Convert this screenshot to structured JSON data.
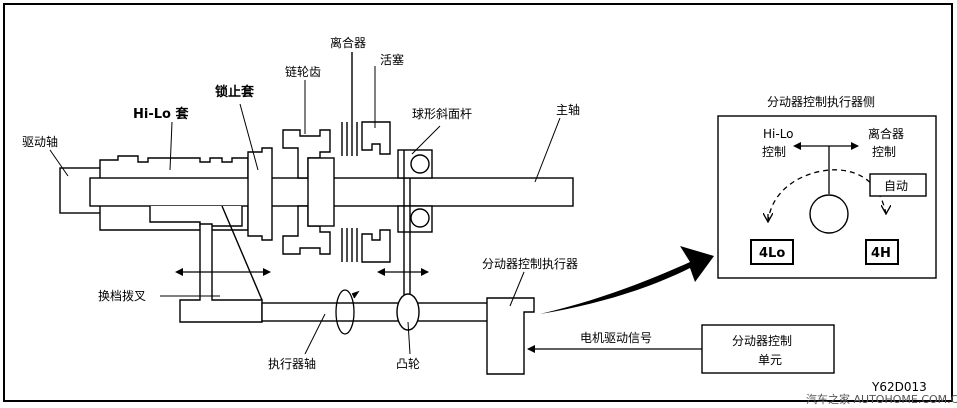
{
  "labels": {
    "drive_shaft": "驱动轴",
    "hi_lo_sleeve": "Hi-Lo 套",
    "lock_sleeve": "锁止套",
    "sprocket": "链轮齿",
    "clutch": "离合器",
    "piston": "活塞",
    "ball_ramp": "球形斜面杆",
    "main_shaft": "主轴",
    "shift_fork": "换档拨叉",
    "actuator_shaft": "执行器轴",
    "cam": "凸轮",
    "transfer_actuator": "分动器控制执行器",
    "motor_signal": "电机驱动信号",
    "control_unit_line1": "分动器控制",
    "control_unit_line2": "单元",
    "figure_code": "Y62D013",
    "watermark": "汽车之家 AUTOHOME.COM.CN"
  },
  "inset": {
    "title": "分动器控制执行器侧",
    "hi_lo_line1": "Hi-Lo",
    "hi_lo_line2": "控制",
    "clutch_line1": "离合器",
    "clutch_line2": "控制",
    "auto": "自动",
    "mode_4lo": "4Lo",
    "mode_4h": "4H"
  }
}
